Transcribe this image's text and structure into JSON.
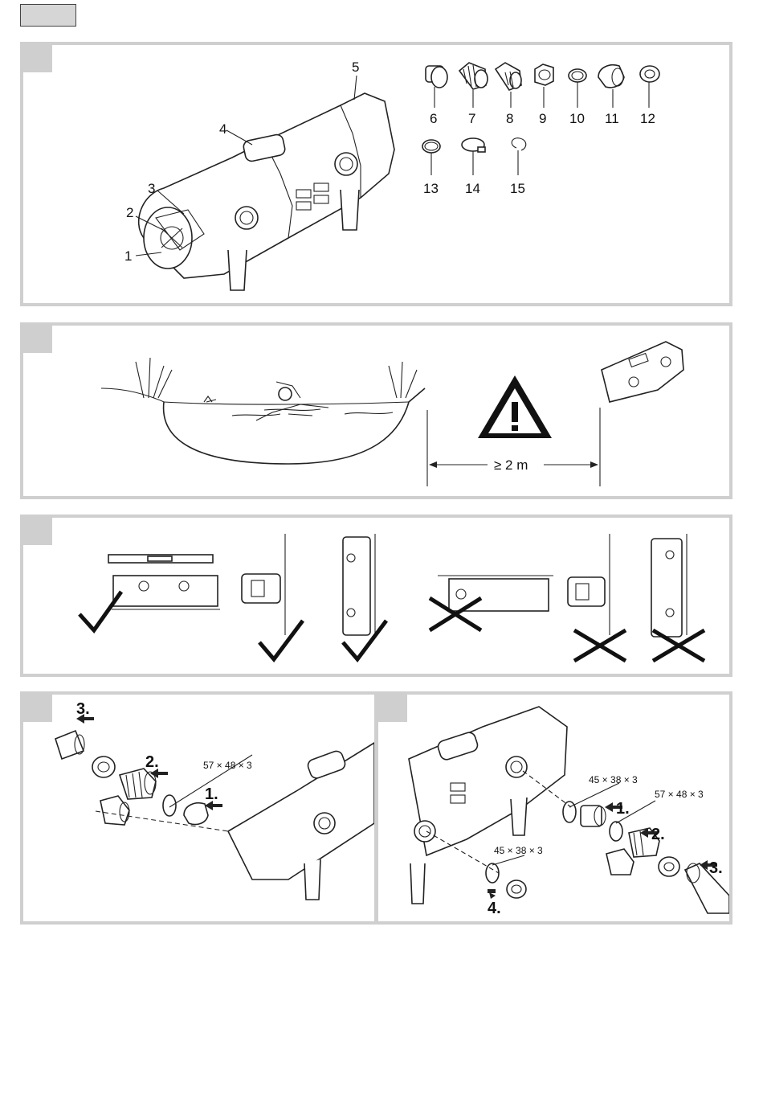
{
  "panel1": {
    "device_labels": [
      "1",
      "2",
      "3",
      "4",
      "5"
    ],
    "parts": [
      {
        "num": "6",
        "icon": "threaded-adapter-icon"
      },
      {
        "num": "7",
        "icon": "stepped-hose-tail-icon"
      },
      {
        "num": "8",
        "icon": "hose-tail-icon"
      },
      {
        "num": "9",
        "icon": "union-nut-icon"
      },
      {
        "num": "10",
        "icon": "flat-seal-icon"
      },
      {
        "num": "11",
        "icon": "cap-icon"
      },
      {
        "num": "12",
        "icon": "nut-icon"
      },
      {
        "num": "13",
        "icon": "o-ring-icon"
      },
      {
        "num": "14",
        "icon": "hose-clamp-icon"
      },
      {
        "num": "15",
        "icon": "circlip-icon"
      }
    ]
  },
  "panel2": {
    "distance_label": "≥ 2 m",
    "warning_icon": "warning-triangle-icon"
  },
  "panel3": {
    "correct_icon": "check-mark-icon",
    "wrong_icon": "cross-mark-icon"
  },
  "panel4": {
    "steps": [
      "1.",
      "2.",
      "3."
    ],
    "seal_dimension": "57 × 48 × 3"
  },
  "panel5": {
    "steps": [
      "1.",
      "2.",
      "3.",
      "4."
    ],
    "seal_dimension_a": "45 × 38 × 3",
    "seal_dimension_b": "57 × 48 × 3",
    "seal_dimension_c": "45 × 38 × 3"
  }
}
